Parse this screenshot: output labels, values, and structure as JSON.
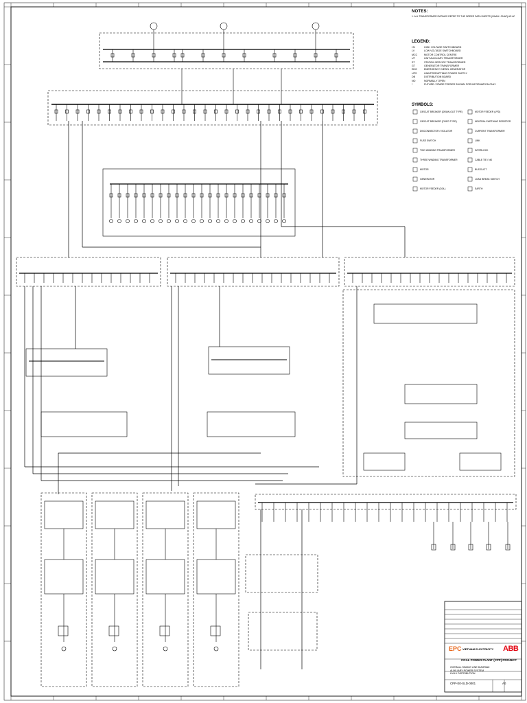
{
  "notes": {
    "heading": "NOTES:",
    "lines": [
      "1. ALL TRANSFORMER RATINGS REFER TO THE ORDER DATA SHEETS (ONAN / ONAF) AS APPLICABLE."
    ]
  },
  "legend": {
    "heading": "LEGEND:",
    "rows": [
      {
        "code": "HV",
        "text": "HIGH VOLTAGE SWITCHBOARD"
      },
      {
        "code": "LV",
        "text": "LOW VOLTAGE SWITCHBOARD"
      },
      {
        "code": "MCC",
        "text": "MOTOR CONTROL CENTRE"
      },
      {
        "code": "UT",
        "text": "UNIT AUXILIARY TRANSFORMER"
      },
      {
        "code": "ST",
        "text": "STATION SERVICE TRANSFORMER"
      },
      {
        "code": "GT",
        "text": "GENERATOR TRANSFORMER"
      },
      {
        "code": "EDG",
        "text": "EMERGENCY DIESEL GENERATOR"
      },
      {
        "code": "UPS",
        "text": "UNINTERRUPTIBLE POWER SUPPLY"
      },
      {
        "code": "DB",
        "text": "DISTRIBUTION BOARD"
      },
      {
        "code": "NO",
        "text": "NORMALLY OPEN"
      },
      {
        "code": "*",
        "text": "FUTURE / SPARE FEEDER SHOWN FOR INFORMATION ONLY"
      }
    ]
  },
  "symbols": {
    "heading": "SYMBOLS:",
    "items": [
      "CIRCUIT BREAKER (DRAW-OUT TYPE)",
      "CIRCUIT BREAKER (FIXED TYPE)",
      "DISCONNECTOR / ISOLATOR",
      "FUSE SWITCH",
      "TWO WINDING TRANSFORMER",
      "THREE WINDING TRANSFORMER",
      "MOTOR",
      "GENERATOR",
      "MOTOR FEEDER (DOL)",
      "MOTOR FEEDER (VFD)",
      "NEUTRAL EARTHING RESISTOR",
      "CURRENT TRANSFORMER",
      "LINK",
      "INTERLOCK",
      "CABLE TIE / NO",
      "BUS DUCT",
      "LOAD BREAK SWITCH",
      "EARTH"
    ]
  },
  "title_block": {
    "client": "VIETNAM ELECTRICITY",
    "logo_left": "EPC",
    "logo_right": "ABB",
    "project": "COAL POWER PLANT (CPP) PROJECT",
    "title_lines": [
      "OVERALL SINGLE LINE DIAGRAM",
      "AUXILIARY POWER SYSTEM",
      "HV/LV DISTRIBUTION"
    ],
    "drawing_no": "CPP-E0-SLD-0001",
    "revision": "A0"
  },
  "diagram": {
    "gen_units": 3,
    "bottom_columns": 4
  },
  "colors": {
    "line": "#000000",
    "paper": "#ffffff",
    "orange": "#e8661a",
    "abb_red": "#e30613"
  }
}
